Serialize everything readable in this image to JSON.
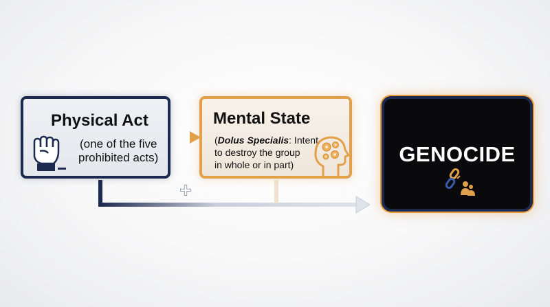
{
  "physical": {
    "title": "Physical Act",
    "subtitle_line1": "(one of the five",
    "subtitle_line2": "prohibited acts)",
    "icon": "raised-fist-icon"
  },
  "mental": {
    "title": "Mental State",
    "open_paren": "(",
    "emphasis": "Dolus Specialis",
    "line1_rest": ": Intent",
    "line2": "to destroy the group",
    "line3": "in whole or in part)",
    "icon": "head-gears-icon"
  },
  "result": {
    "title": "GENOCIDE",
    "icon": "broken-chain-people-icon"
  },
  "connectors": {
    "plus_symbol": "+"
  },
  "colors": {
    "navy": "#1d2a4f",
    "orange": "#e2a04a",
    "dark": "#0a0a0c"
  }
}
